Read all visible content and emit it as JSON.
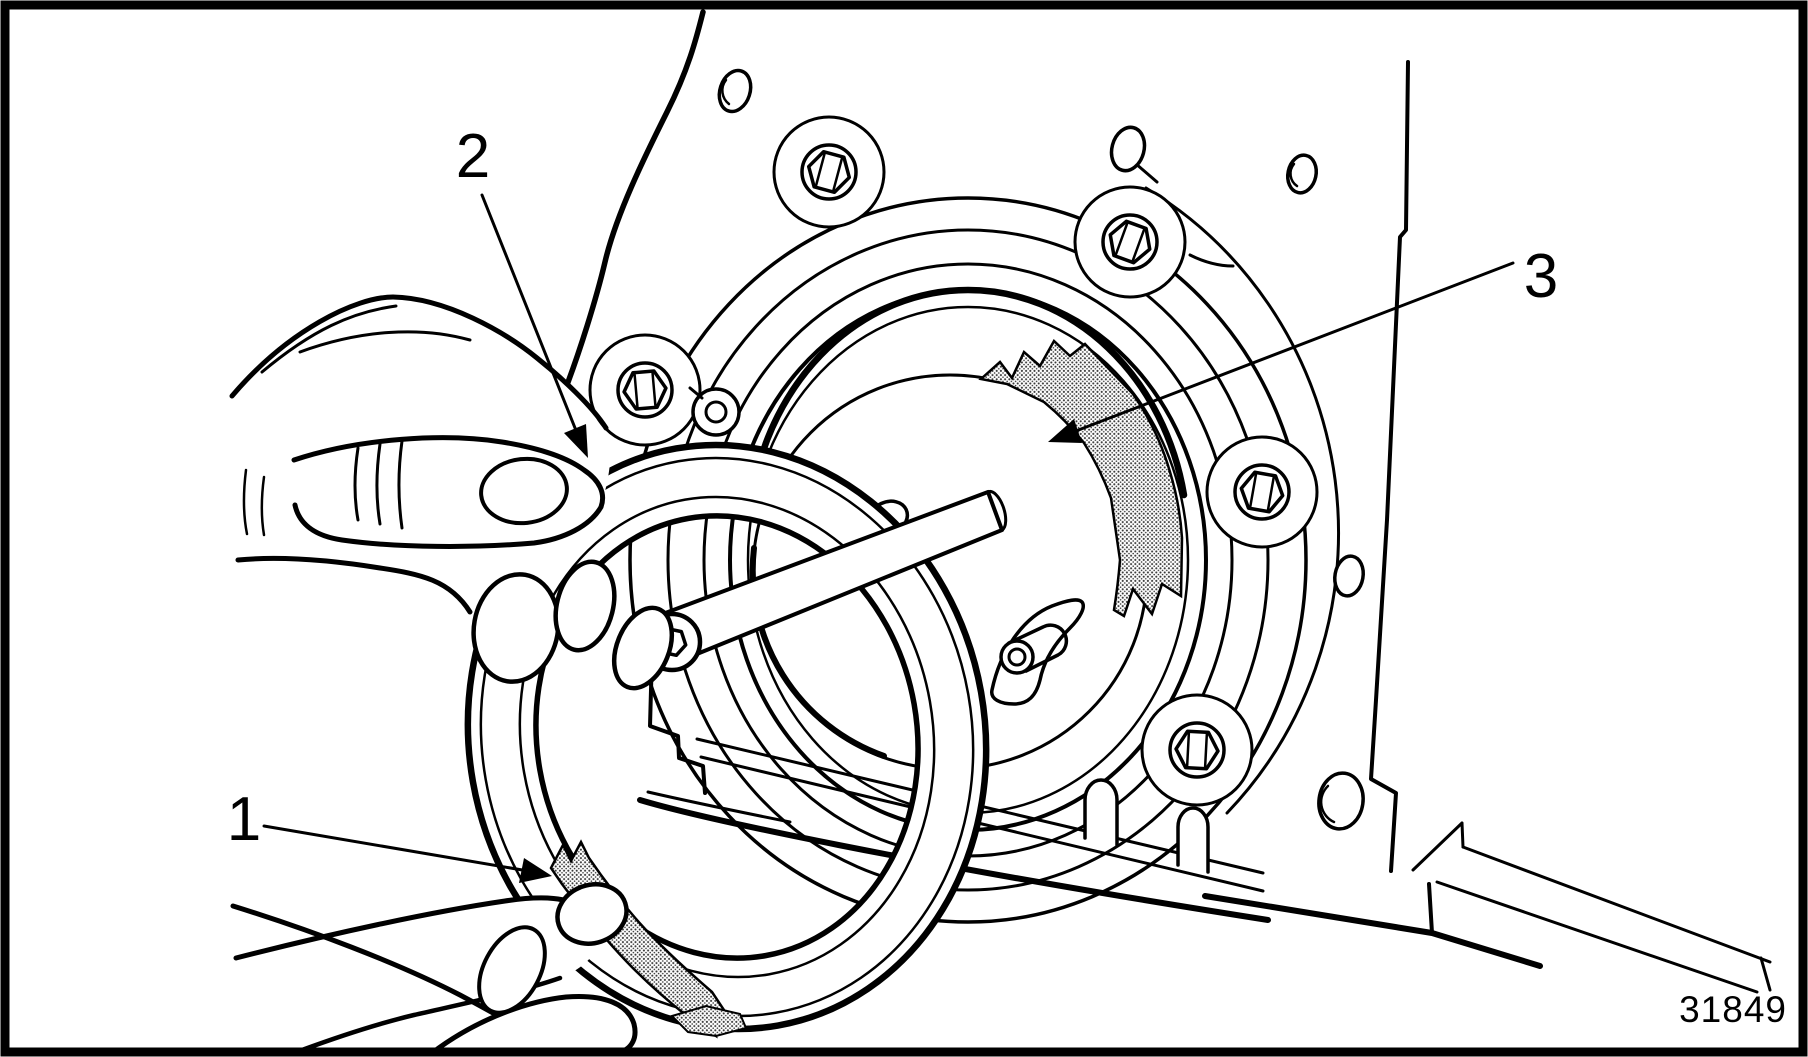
{
  "figure": {
    "type": "service-manual-line-illustration",
    "subject": "Applying sealant to rear crankshaft oil seal and seal housing bore",
    "callouts": [
      {
        "id": "1",
        "label": "1",
        "points_to": "sealant bead applied by finger to seal ring flange"
      },
      {
        "id": "2",
        "label": "2",
        "points_to": "seal ring held by hand"
      },
      {
        "id": "3",
        "label": "3",
        "points_to": "sealant patch inside seal housing bore"
      }
    ],
    "part_number": "31849",
    "colors": {
      "ink": "#000000",
      "background": "#ffffff",
      "sealant_stipple_dot": "#3a3a3a"
    }
  }
}
